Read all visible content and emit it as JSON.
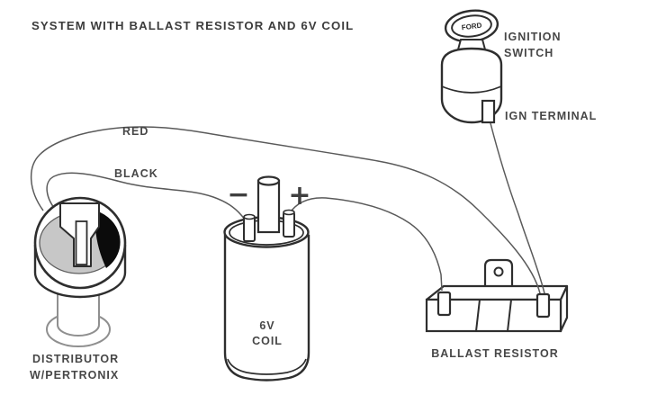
{
  "title": "SYSTEM WITH BALLAST RESISTOR AND 6V COIL",
  "colors": {
    "background": "#ffffff",
    "ink": "#2e2e2e",
    "wire": "#5a5a5a",
    "label_text": "#474747",
    "distributor_gray_fill": "#c7c7c7",
    "rotor_black_fill": "#0b0b0b"
  },
  "wire_labels": {
    "red": "RED",
    "black": "BLACK"
  },
  "ignition_switch": {
    "label": [
      "IGNITION",
      "SWITCH"
    ],
    "key_logo": "FORD",
    "terminal_label": "IGN TERMINAL"
  },
  "coil": {
    "label": [
      "6V",
      "COIL"
    ],
    "polarity": {
      "minus": "−",
      "plus": "+"
    }
  },
  "distributor": {
    "label": [
      "DISTRIBUTOR",
      "W/PERTRONIX"
    ]
  },
  "ballast_resistor": {
    "label": "BALLAST RESISTOR"
  },
  "connections": [
    {
      "wire": "RED",
      "from": "distributor",
      "to": "ballast-resistor-right-terminal"
    },
    {
      "wire": "BLACK",
      "from": "distributor",
      "to": "coil-negative-terminal"
    },
    {
      "wire": "unlabeled",
      "from": "coil-positive-terminal",
      "to": "ballast-resistor-left-terminal"
    },
    {
      "wire": "unlabeled",
      "from": "ign-terminal",
      "to": "ballast-resistor-right-terminal"
    }
  ]
}
